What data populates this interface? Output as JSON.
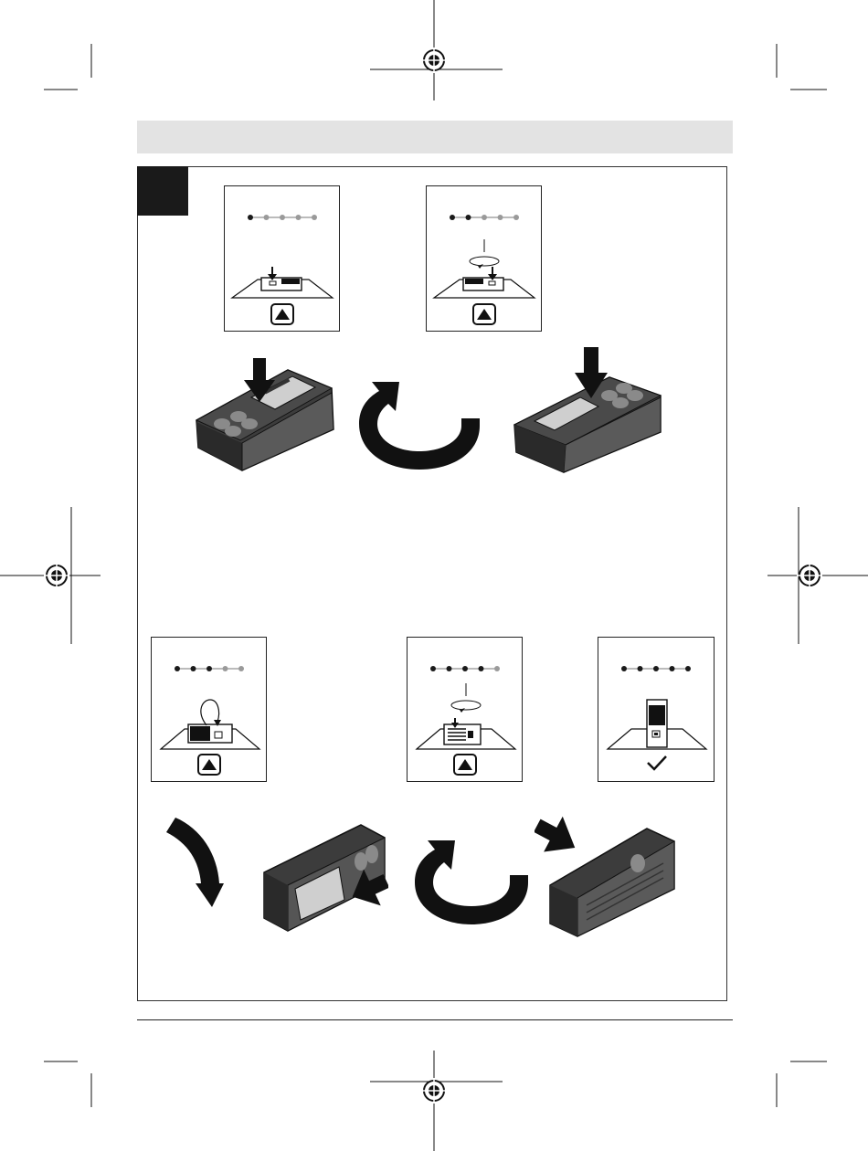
{
  "colors": {
    "ink": "#1a1a1a",
    "band": "#e3e3e3",
    "device_body": "#3c3c3c",
    "device_grip": "#5a5a5a",
    "device_accent": "#8a8a8a",
    "inactive_dot": "#9a9a9a"
  },
  "icons": {
    "up_button": "triangle-up-in-rounded-square",
    "done": "check-mark",
    "rotate": "curved-arrow",
    "press": "downward-arrow",
    "registration": "crosshair-circle"
  },
  "calibration_steps": [
    {
      "step": 1,
      "active_dots": 1,
      "total_dots": 5,
      "confirm_icon": "up_button"
    },
    {
      "step": 2,
      "active_dots": 2,
      "total_dots": 5,
      "confirm_icon": "up_button"
    },
    {
      "step": 3,
      "active_dots": 3,
      "total_dots": 5,
      "confirm_icon": "up_button"
    },
    {
      "step": 4,
      "active_dots": 4,
      "total_dots": 5,
      "confirm_icon": "up_button"
    },
    {
      "step": 5,
      "active_dots": 5,
      "total_dots": 5,
      "confirm_icon": "done"
    }
  ]
}
